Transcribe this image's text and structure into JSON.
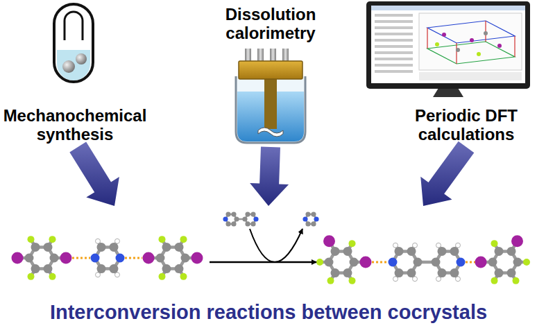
{
  "diagram": {
    "nodes": [
      {
        "text": [
          "Mechanochemical synthesis"
        ]
      },
      {
        "text": [
          "Dissolution calorimetry"
        ]
      },
      {
        "text": [
          "Periodic DFT calculations"
        ]
      },
      {
        "text": [
          "Interconversion reactions between cocrystals"
        ]
      }
    ],
    "edges": [
      {
        "from": 0,
        "to": 3,
        "arrow": "to"
      },
      {
        "from": 1,
        "to": 3,
        "arrow": "to"
      },
      {
        "from": 2,
        "to": 3,
        "arrow": "to"
      }
    ]
  }
}
